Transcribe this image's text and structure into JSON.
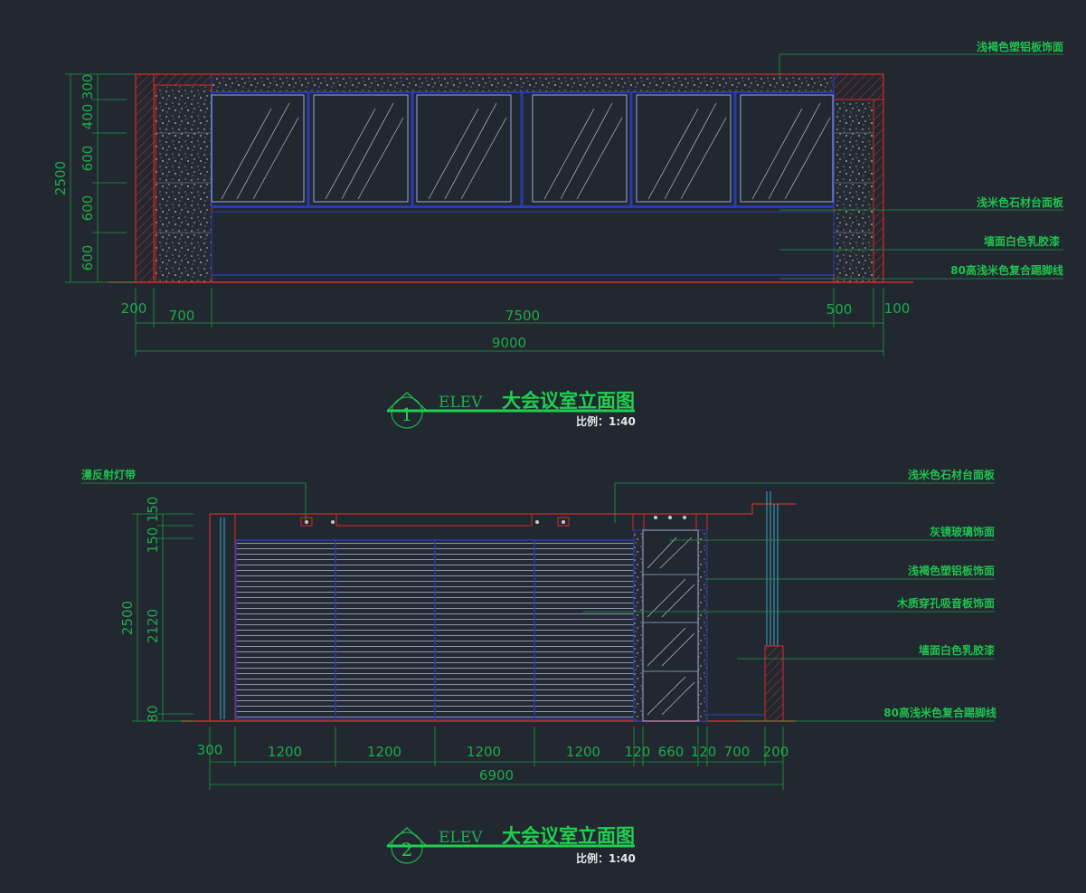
{
  "elevation_1": {
    "vertical_dims": {
      "total": "2500",
      "segments": [
        "300",
        "400",
        "600",
        "600",
        "600"
      ]
    },
    "horizontal_dims": {
      "segments": [
        "200",
        "700",
        "7500",
        "500",
        "100"
      ],
      "total": "9000"
    },
    "notes": [
      "浅褐色塑铝板饰面",
      "浅米色石材台面板",
      "墙面白色乳胶漆",
      "80高浅米色复合踢脚线"
    ],
    "title": {
      "tag": "ELEV",
      "number": "1",
      "name": "大会议室立面图",
      "scale": "比例：1:40"
    }
  },
  "elevation_2": {
    "vertical_dims": {
      "total": "2500",
      "segments": [
        "150",
        "150",
        "2120",
        "80"
      ]
    },
    "horizontal_dims": {
      "segments": [
        "300",
        "1200",
        "1200",
        "1200",
        "1200",
        "120",
        "660",
        "120",
        "700",
        "200"
      ],
      "total": "6900"
    },
    "notes_left": [
      "漫反射灯带"
    ],
    "notes": [
      "浅米色石材台面板",
      "灰镜玻璃饰面",
      "浅褐色塑铝板饰面",
      "木质穿孔吸音板饰面",
      "墙面白色乳胶漆",
      "80高浅米色复合踢脚线"
    ],
    "title": {
      "tag": "ELEV",
      "number": "2",
      "name": "大会议室立面图",
      "scale": "比例：1:40"
    }
  }
}
